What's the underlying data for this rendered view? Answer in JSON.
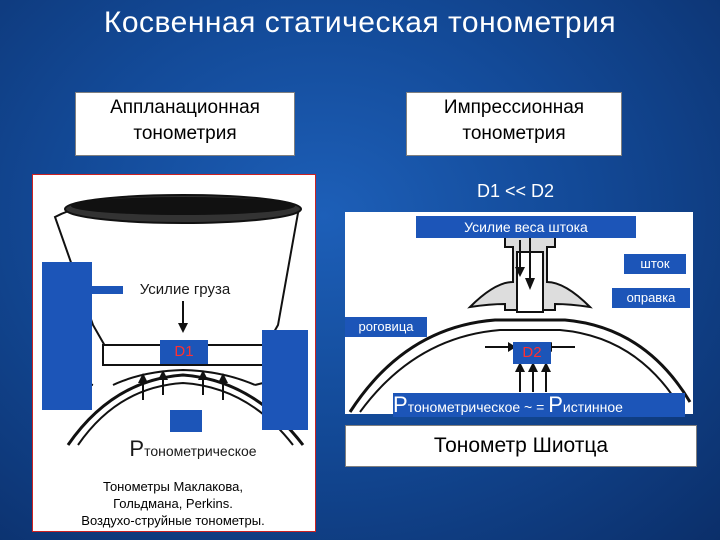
{
  "title": "Косвенная статическая тонометрия",
  "applanation": {
    "label": "Аппланационная тонометрия"
  },
  "impression": {
    "label": "Импрессионная тонометрия"
  },
  "left_panel": {
    "force_label": "Усилие груза",
    "d1_label": "D1",
    "p_label_big": "P",
    "p_label_small": "тонометрическое",
    "notes": [
      "Тонометры Маклакова,",
      "Гольдмана, Perkins.",
      "Воздухо-струйные тонометры."
    ]
  },
  "right_panel": {
    "relation": "D1 << D2",
    "force_label": "Усилие веса штока",
    "rod_label": "шток",
    "frame_label": "оправка",
    "cornea_label": "роговица",
    "d2_label": "D2",
    "p_big_1": "P",
    "p_small_1": "тонометрическое",
    "approx": "~ =",
    "p_big_2": "P",
    "p_small_2": "истинное",
    "device": "Тонометр Шиотца"
  },
  "colors": {
    "accent_blue": "#1c55b8",
    "d_red": "#ff3030",
    "panel_border": "#cc2222"
  }
}
